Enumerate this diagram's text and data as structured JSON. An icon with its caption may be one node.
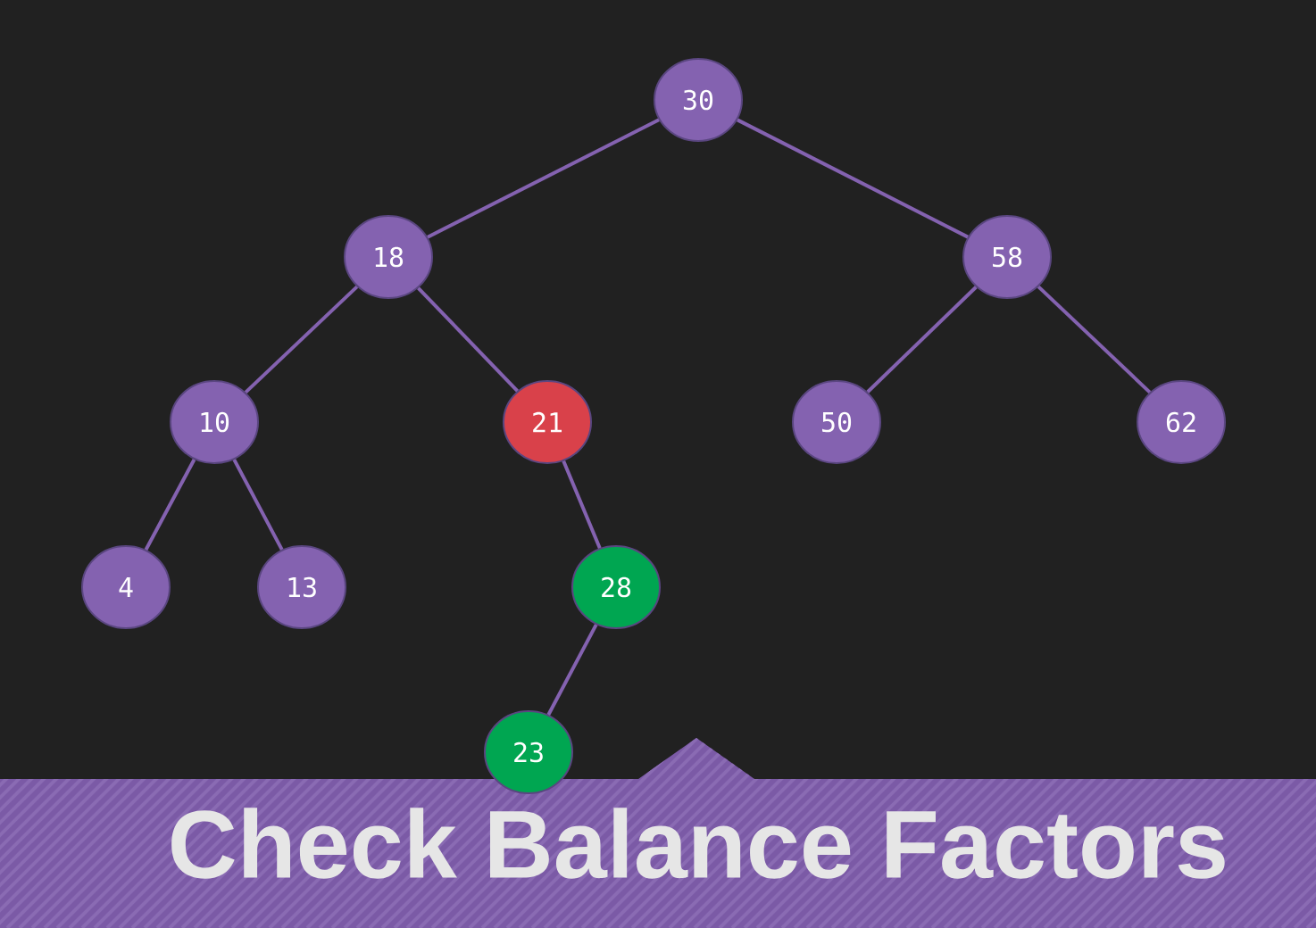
{
  "diagram": {
    "title": "Check Balance Factors",
    "nodes": [
      {
        "text": [
          "30"
        ]
      },
      {
        "text": [
          "18"
        ]
      },
      {
        "text": [
          "58"
        ]
      },
      {
        "text": [
          "10"
        ]
      },
      {
        "text": [
          "21"
        ]
      },
      {
        "text": [
          "50"
        ]
      },
      {
        "text": [
          "62"
        ]
      },
      {
        "text": [
          "4"
        ]
      },
      {
        "text": [
          "13"
        ]
      },
      {
        "text": [
          "28"
        ]
      },
      {
        "text": [
          "23"
        ]
      }
    ],
    "edges": [
      {
        "from": 0,
        "to": 1,
        "arrow": "none"
      },
      {
        "from": 0,
        "to": 2,
        "arrow": "none"
      },
      {
        "from": 1,
        "to": 3,
        "arrow": "none"
      },
      {
        "from": 1,
        "to": 4,
        "arrow": "none"
      },
      {
        "from": 2,
        "to": 5,
        "arrow": "none"
      },
      {
        "from": 2,
        "to": 6,
        "arrow": "none"
      },
      {
        "from": 3,
        "to": 7,
        "arrow": "none"
      },
      {
        "from": 3,
        "to": 8,
        "arrow": "none"
      },
      {
        "from": 4,
        "to": 9,
        "arrow": "none"
      },
      {
        "from": 9,
        "to": 10,
        "arrow": "none"
      }
    ]
  }
}
